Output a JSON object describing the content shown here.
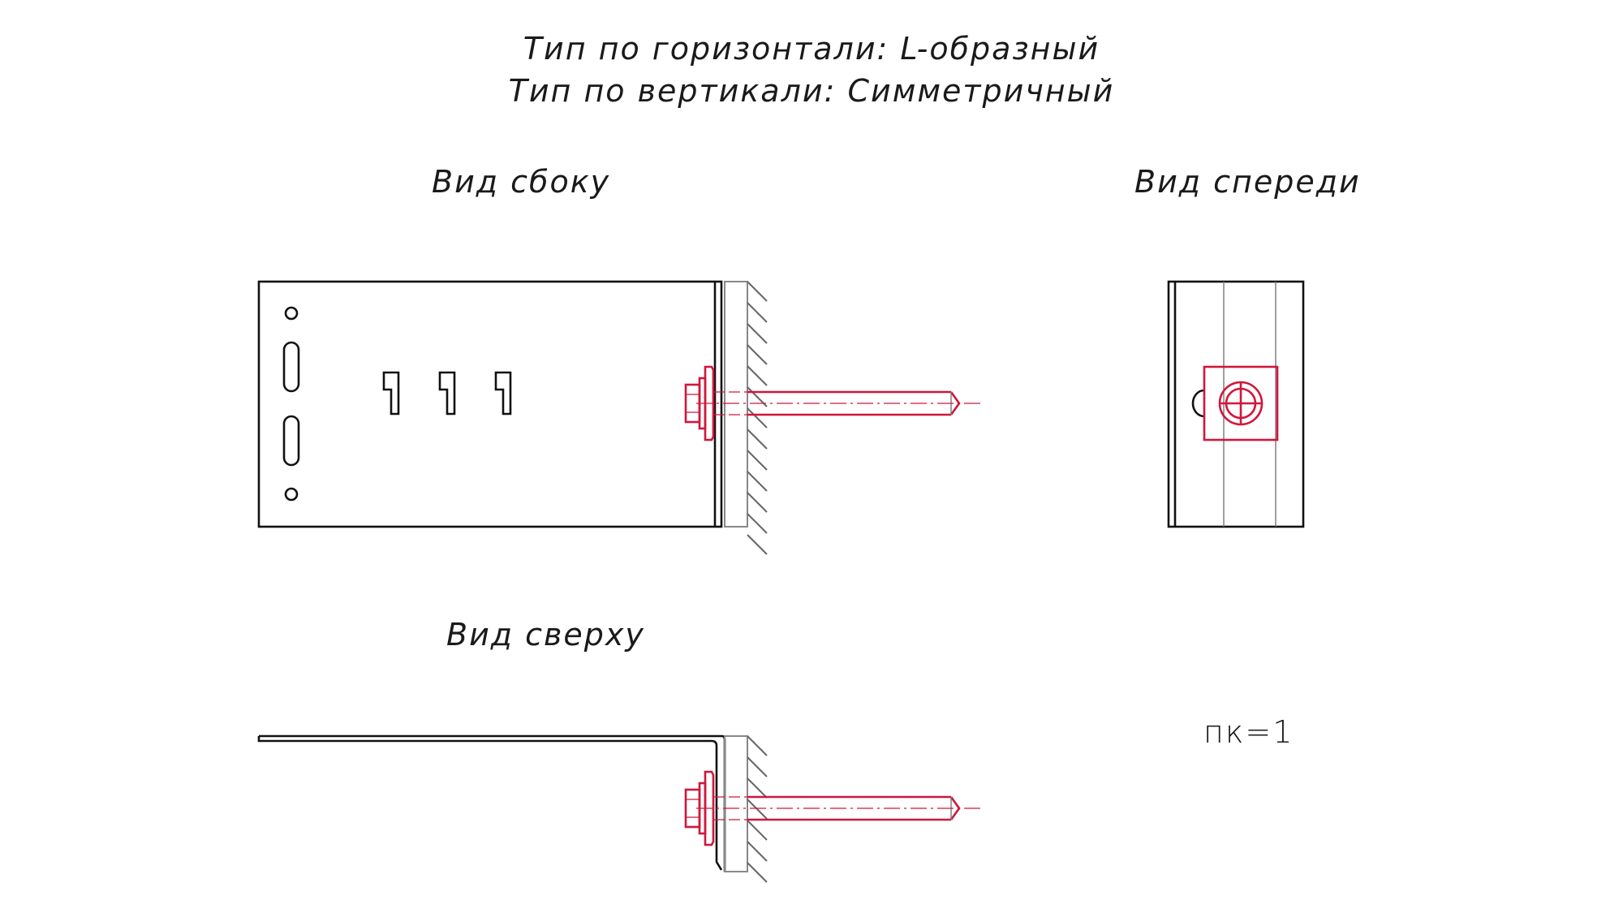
{
  "header": {
    "line1": "Тип по горизонтали: L-образный",
    "line2": "Тип по вертикали: Симметричный"
  },
  "views": {
    "side": "Вид сбоку",
    "front": "Вид спереди",
    "top": "Вид сверху"
  },
  "note": "пк=1",
  "colors": {
    "ink": "#111111",
    "fastener": "#d1163a",
    "wall": "#888888"
  }
}
